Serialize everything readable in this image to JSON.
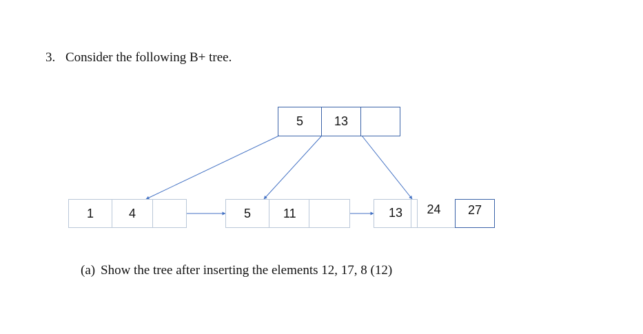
{
  "question": {
    "number": "3.",
    "text": "Consider the following B+ tree."
  },
  "tree": {
    "root": {
      "keys": [
        "5",
        "13",
        ""
      ]
    },
    "leaves": [
      {
        "keys": [
          "1",
          "4",
          ""
        ]
      },
      {
        "keys": [
          "5",
          "11",
          ""
        ]
      },
      {
        "keys": [
          "13",
          "24",
          "27"
        ]
      }
    ]
  },
  "subquestion": {
    "label": "(a)",
    "text": "Show the tree after inserting the elements 12, 17, 8 (12)"
  },
  "colors": {
    "edge": "#4472c4",
    "node_border": "#3a62a8",
    "cell_border": "#b9c7d8"
  }
}
